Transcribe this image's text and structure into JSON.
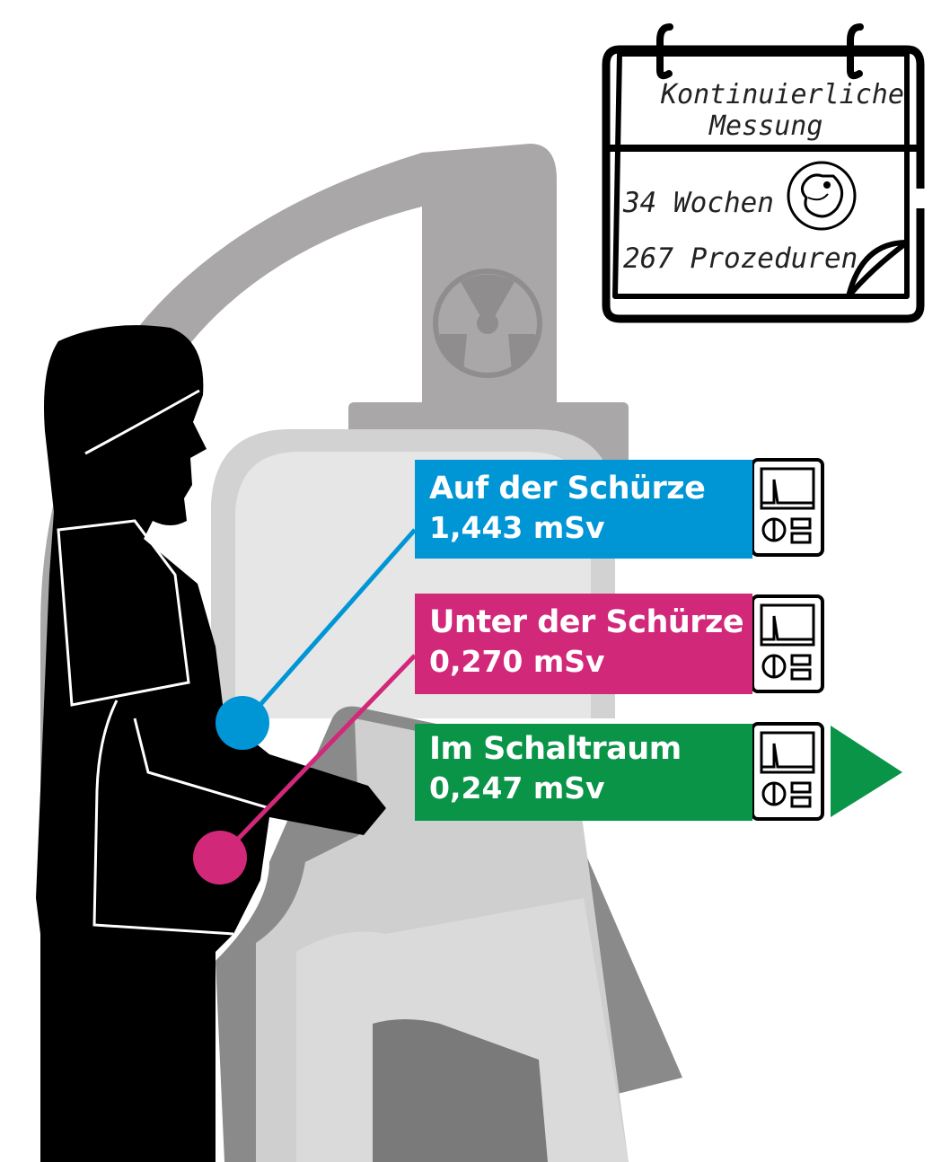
{
  "calendar": {
    "title_line1": "Kontinuierliche",
    "title_line2": "Messung",
    "weeks": "34 Wochen",
    "procedures": "267 Prozeduren",
    "icon": "embryo-icon"
  },
  "measurements": [
    {
      "title": "Auf der Schürze",
      "value": "1,443 mSv",
      "color": "#0096d6",
      "icon": "dosimeter-icon"
    },
    {
      "title": "Unter der Schürze",
      "value": "0,270 mSv",
      "color": "#d2287a",
      "icon": "dosimeter-icon"
    },
    {
      "title": "Im Schaltraum",
      "value": "0,247 mSv",
      "color": "#0a9447",
      "icon": "dosimeter-icon"
    }
  ],
  "colors": {
    "machine_dark": "#a7a5a5",
    "machine_light": "#e3e3e3",
    "person": "#000000"
  },
  "symbols": {
    "radiation": "radiation-icon"
  }
}
